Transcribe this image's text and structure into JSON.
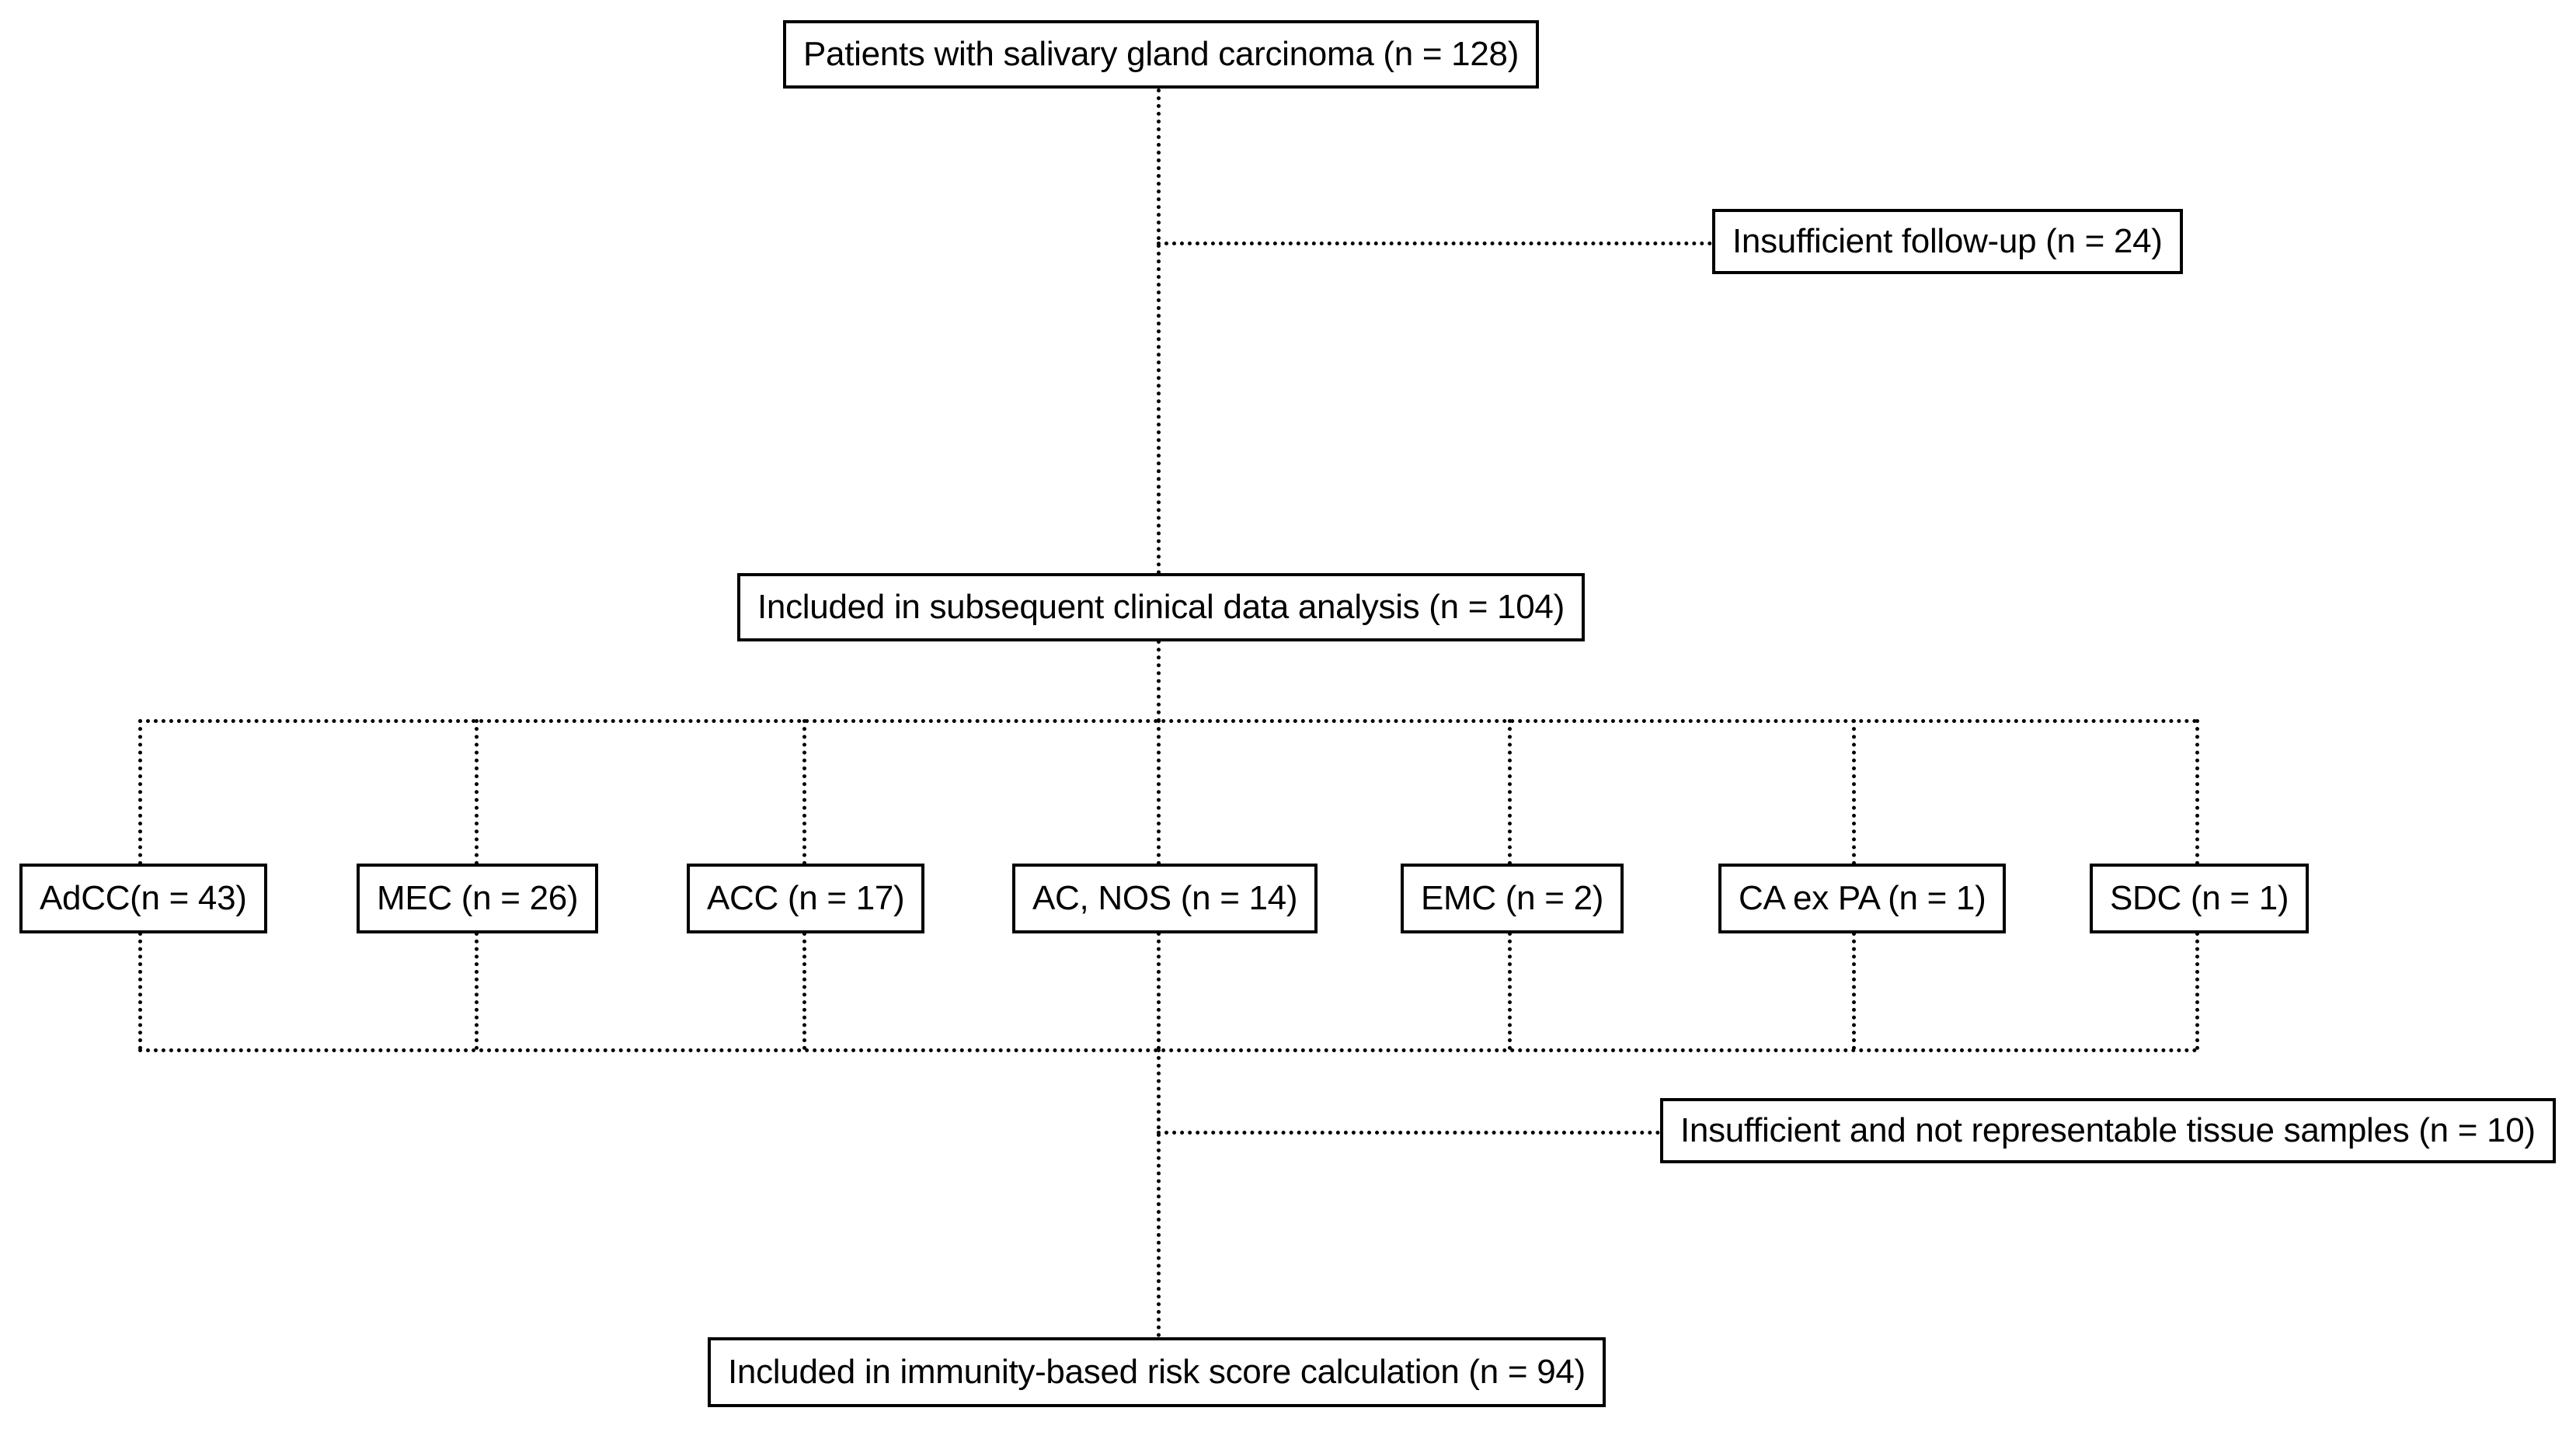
{
  "diagram": {
    "type": "flowchart",
    "title": "Patient selection flow diagram for salivary gland carcinoma study",
    "line_style": "dotted",
    "line_color": "#000000",
    "box_border_color": "#000000",
    "background_color": "#ffffff"
  },
  "nodes": {
    "cohort": {
      "label": "Patients with salivary gland carcinoma (n = 128)",
      "n": 128
    },
    "excluded_followup": {
      "label": "Insufficient follow-up (n = 24)",
      "n": 24
    },
    "included_clinical": {
      "label": "Included in subsequent clinical data analysis (n = 104)",
      "n": 104
    },
    "excluded_tissue": {
      "label": "Insufficient and not representable tissue samples (n = 10)",
      "n": 10
    },
    "included_risk_score": {
      "label": "Included in immunity-based risk score calculation (n = 94)",
      "n": 94
    }
  },
  "subtypes": [
    {
      "label": "AdCC(n = 43)",
      "abbr": "AdCC",
      "n": 43
    },
    {
      "label": "MEC (n = 26)",
      "abbr": "MEC",
      "n": 26
    },
    {
      "label": "ACC (n = 17)",
      "abbr": "ACC",
      "n": 17
    },
    {
      "label": "AC, NOS (n = 14)",
      "abbr": "AC, NOS",
      "n": 14
    },
    {
      "label": "EMC (n = 2)",
      "abbr": "EMC",
      "n": 2
    },
    {
      "label": "CA ex PA (n = 1)",
      "abbr": "CA ex PA",
      "n": 1
    },
    {
      "label": "SDC (n = 1)",
      "abbr": "SDC",
      "n": 1
    }
  ]
}
